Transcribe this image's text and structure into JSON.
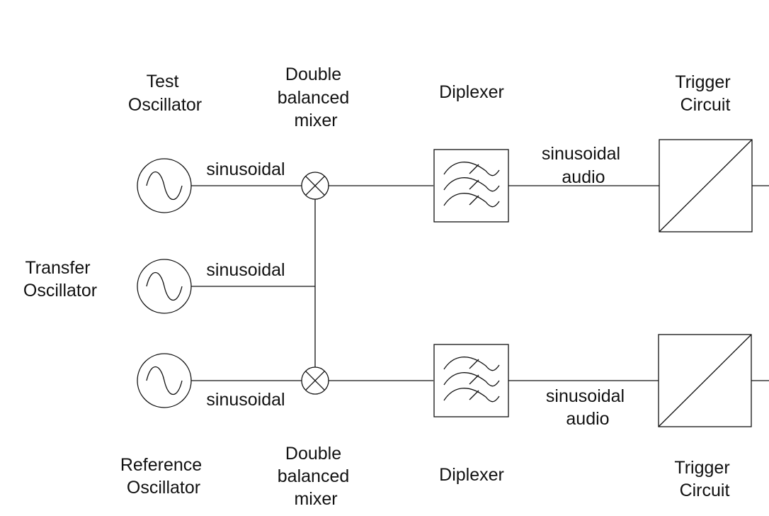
{
  "labels": {
    "test_osc": [
      "Test",
      "Oscillator"
    ],
    "transfer_osc": [
      "Transfer",
      "Oscillator"
    ],
    "reference_osc": [
      "Reference",
      "Oscillator"
    ],
    "mixer_top": [
      "Double",
      "balanced",
      "mixer"
    ],
    "mixer_bottom": [
      "Double",
      "balanced",
      "mixer"
    ],
    "diplexer_top": "Diplexer",
    "diplexer_bottom": "Diplexer",
    "trigger_top": [
      "Trigger",
      "Circuit"
    ],
    "trigger_bottom": [
      "Trigger",
      "Circuit"
    ],
    "signal_test": "sinusoidal",
    "signal_transfer": "sinusoidal",
    "signal_reference": "sinusoidal",
    "audio_top": [
      "sinusoidal",
      "audio"
    ],
    "audio_bottom": [
      "sinusoidal",
      "audio"
    ]
  }
}
